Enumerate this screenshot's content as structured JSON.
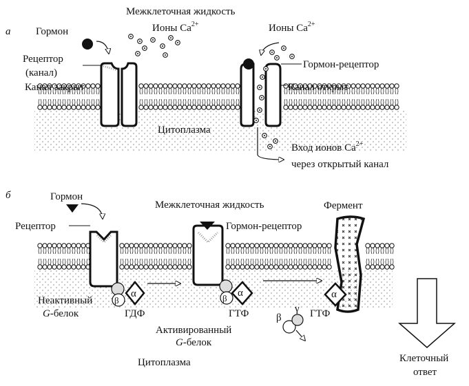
{
  "panel_a": {
    "marker": "а",
    "extracellular_fluid": "Межклеточная жидкость",
    "ions_left": "Ионы Ca",
    "ions_right": "Ионы Ca",
    "superscript": "2+",
    "hormone": "Гормон",
    "receptor_line1": "Рецептор",
    "receptor_line2": "(канал)",
    "hormone_receptor": "Гормон-рецептор",
    "channel_closed": "Канал закрыт",
    "channel_open": "Канал открыт",
    "cytoplasm": "Цитоплазма",
    "ion_entry_line1": "Вход ионов Ca",
    "ion_entry_line2": "через открытый канал"
  },
  "panel_b": {
    "marker": "б",
    "hormone": "Гормон",
    "extracellular_fluid": "Межклеточная жидкость",
    "enzyme": "Фермент",
    "receptor": "Рецептор",
    "hormone_receptor": "Гормон-рецептор",
    "inactive_line1": "Неактивный",
    "inactive_g": "G",
    "inactive_line2": "-белок",
    "gdp": "ГДФ",
    "gtp_1": "ГТФ",
    "gtp_2": "ГТФ",
    "activated_line1": "Активированный",
    "activated_g": "G",
    "activated_line2": "-белок",
    "cytoplasm": "Цитоплазма",
    "response_line1": "Клеточный",
    "response_line2": "ответ",
    "alpha": "α",
    "beta": "β",
    "gamma": "γ"
  }
}
